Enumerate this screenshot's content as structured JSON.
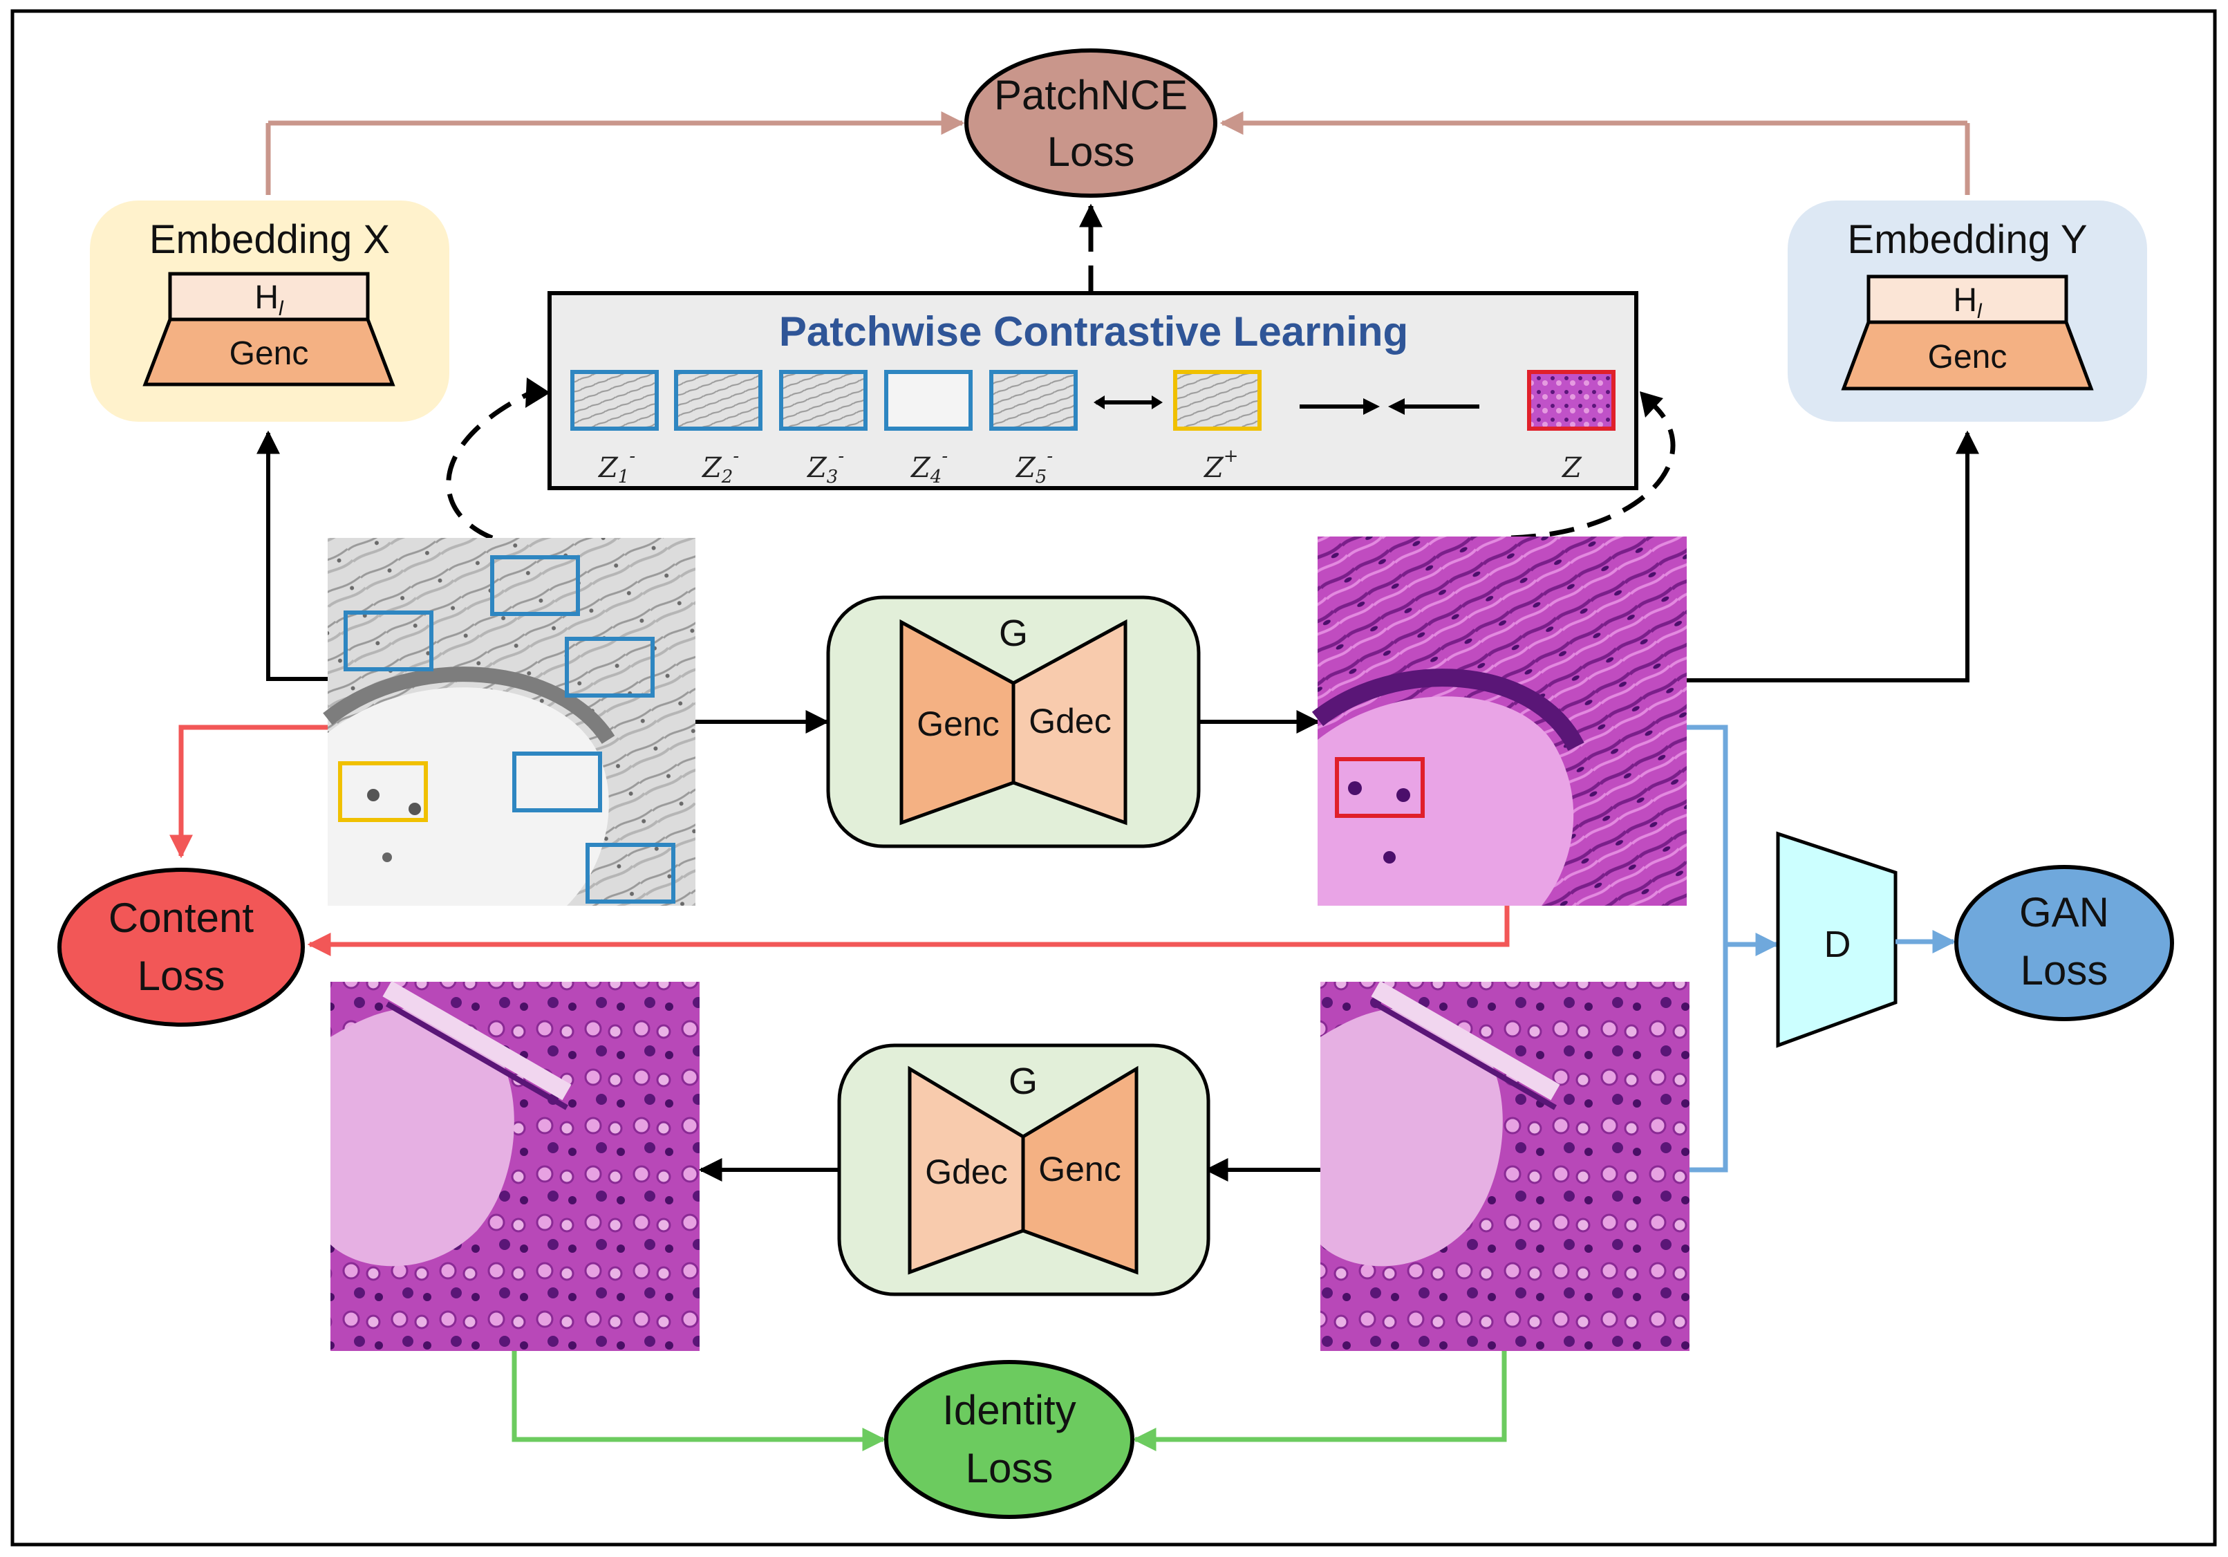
{
  "losses": {
    "patchnce": {
      "line1": "PatchNCE",
      "line2": "Loss"
    },
    "content": {
      "line1": "Content",
      "line2": "Loss"
    },
    "gan": {
      "line1": "GAN",
      "line2": "Loss"
    },
    "identity": {
      "line1": "Identity",
      "line2": "Loss"
    }
  },
  "embedding_x": {
    "title": "Embedding X",
    "head": "H",
    "head_sub": "l",
    "encoder": "Genc"
  },
  "embedding_y": {
    "title": "Embedding Y",
    "head": "H",
    "head_sub": "l",
    "encoder": "Genc"
  },
  "contrastive": {
    "title": "Patchwise Contrastive Learning",
    "negatives": [
      {
        "label": "Z",
        "sub": "1",
        "sup": "-"
      },
      {
        "label": "Z",
        "sub": "2",
        "sup": "-"
      },
      {
        "label": "Z",
        "sub": "3",
        "sup": "-"
      },
      {
        "label": "Z",
        "sub": "4",
        "sup": "-"
      },
      {
        "label": "Z",
        "sub": "5",
        "sup": "-"
      }
    ],
    "positive": {
      "label": "Z",
      "sup": "+"
    },
    "query": {
      "label": "Z"
    }
  },
  "generator_top": {
    "name": "G",
    "left": "Genc",
    "right": "Gdec"
  },
  "generator_bottom": {
    "name": "G",
    "left": "Gdec",
    "right": "Genc"
  },
  "discriminator": {
    "name": "D"
  },
  "colors": {
    "patchnce": "#c9968b",
    "content": "#f25757",
    "gan": "#6fa8dc",
    "identity": "#6ccb5f",
    "embedding_x_bg": "#fff2cc",
    "embedding_y_bg": "#dde8f4",
    "genc": "#f4b183",
    "gdec": "#f8cbad",
    "generator_bg": "#e2efd9",
    "discriminator": "#ccffff",
    "contrastive_bg": "#ececec",
    "title_blue": "#2f5597",
    "negative_patch": "#2e86c1",
    "positive_patch": "#f0c000",
    "query_patch": "#e0202a"
  }
}
